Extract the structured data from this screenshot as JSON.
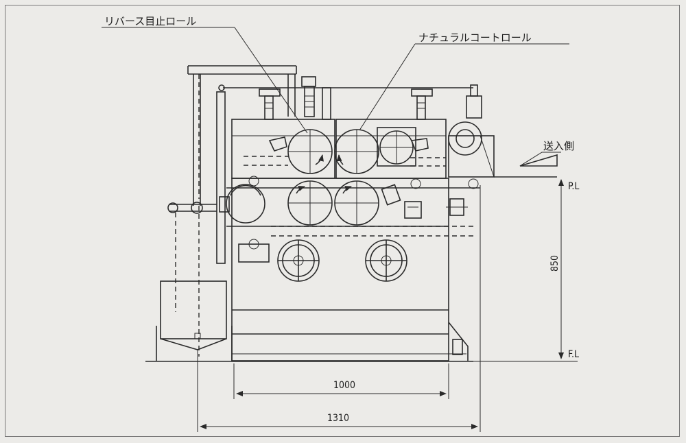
{
  "labels": {
    "reverse_roll": "リバース目止ロール",
    "natural_coat_roll": "ナチュラルコートロール",
    "feed_side": "送入側",
    "pass_line": "P.L",
    "floor_line": "F.L"
  },
  "dimensions": {
    "height": "850",
    "inner_width": "1000",
    "overall_width": "1310"
  }
}
